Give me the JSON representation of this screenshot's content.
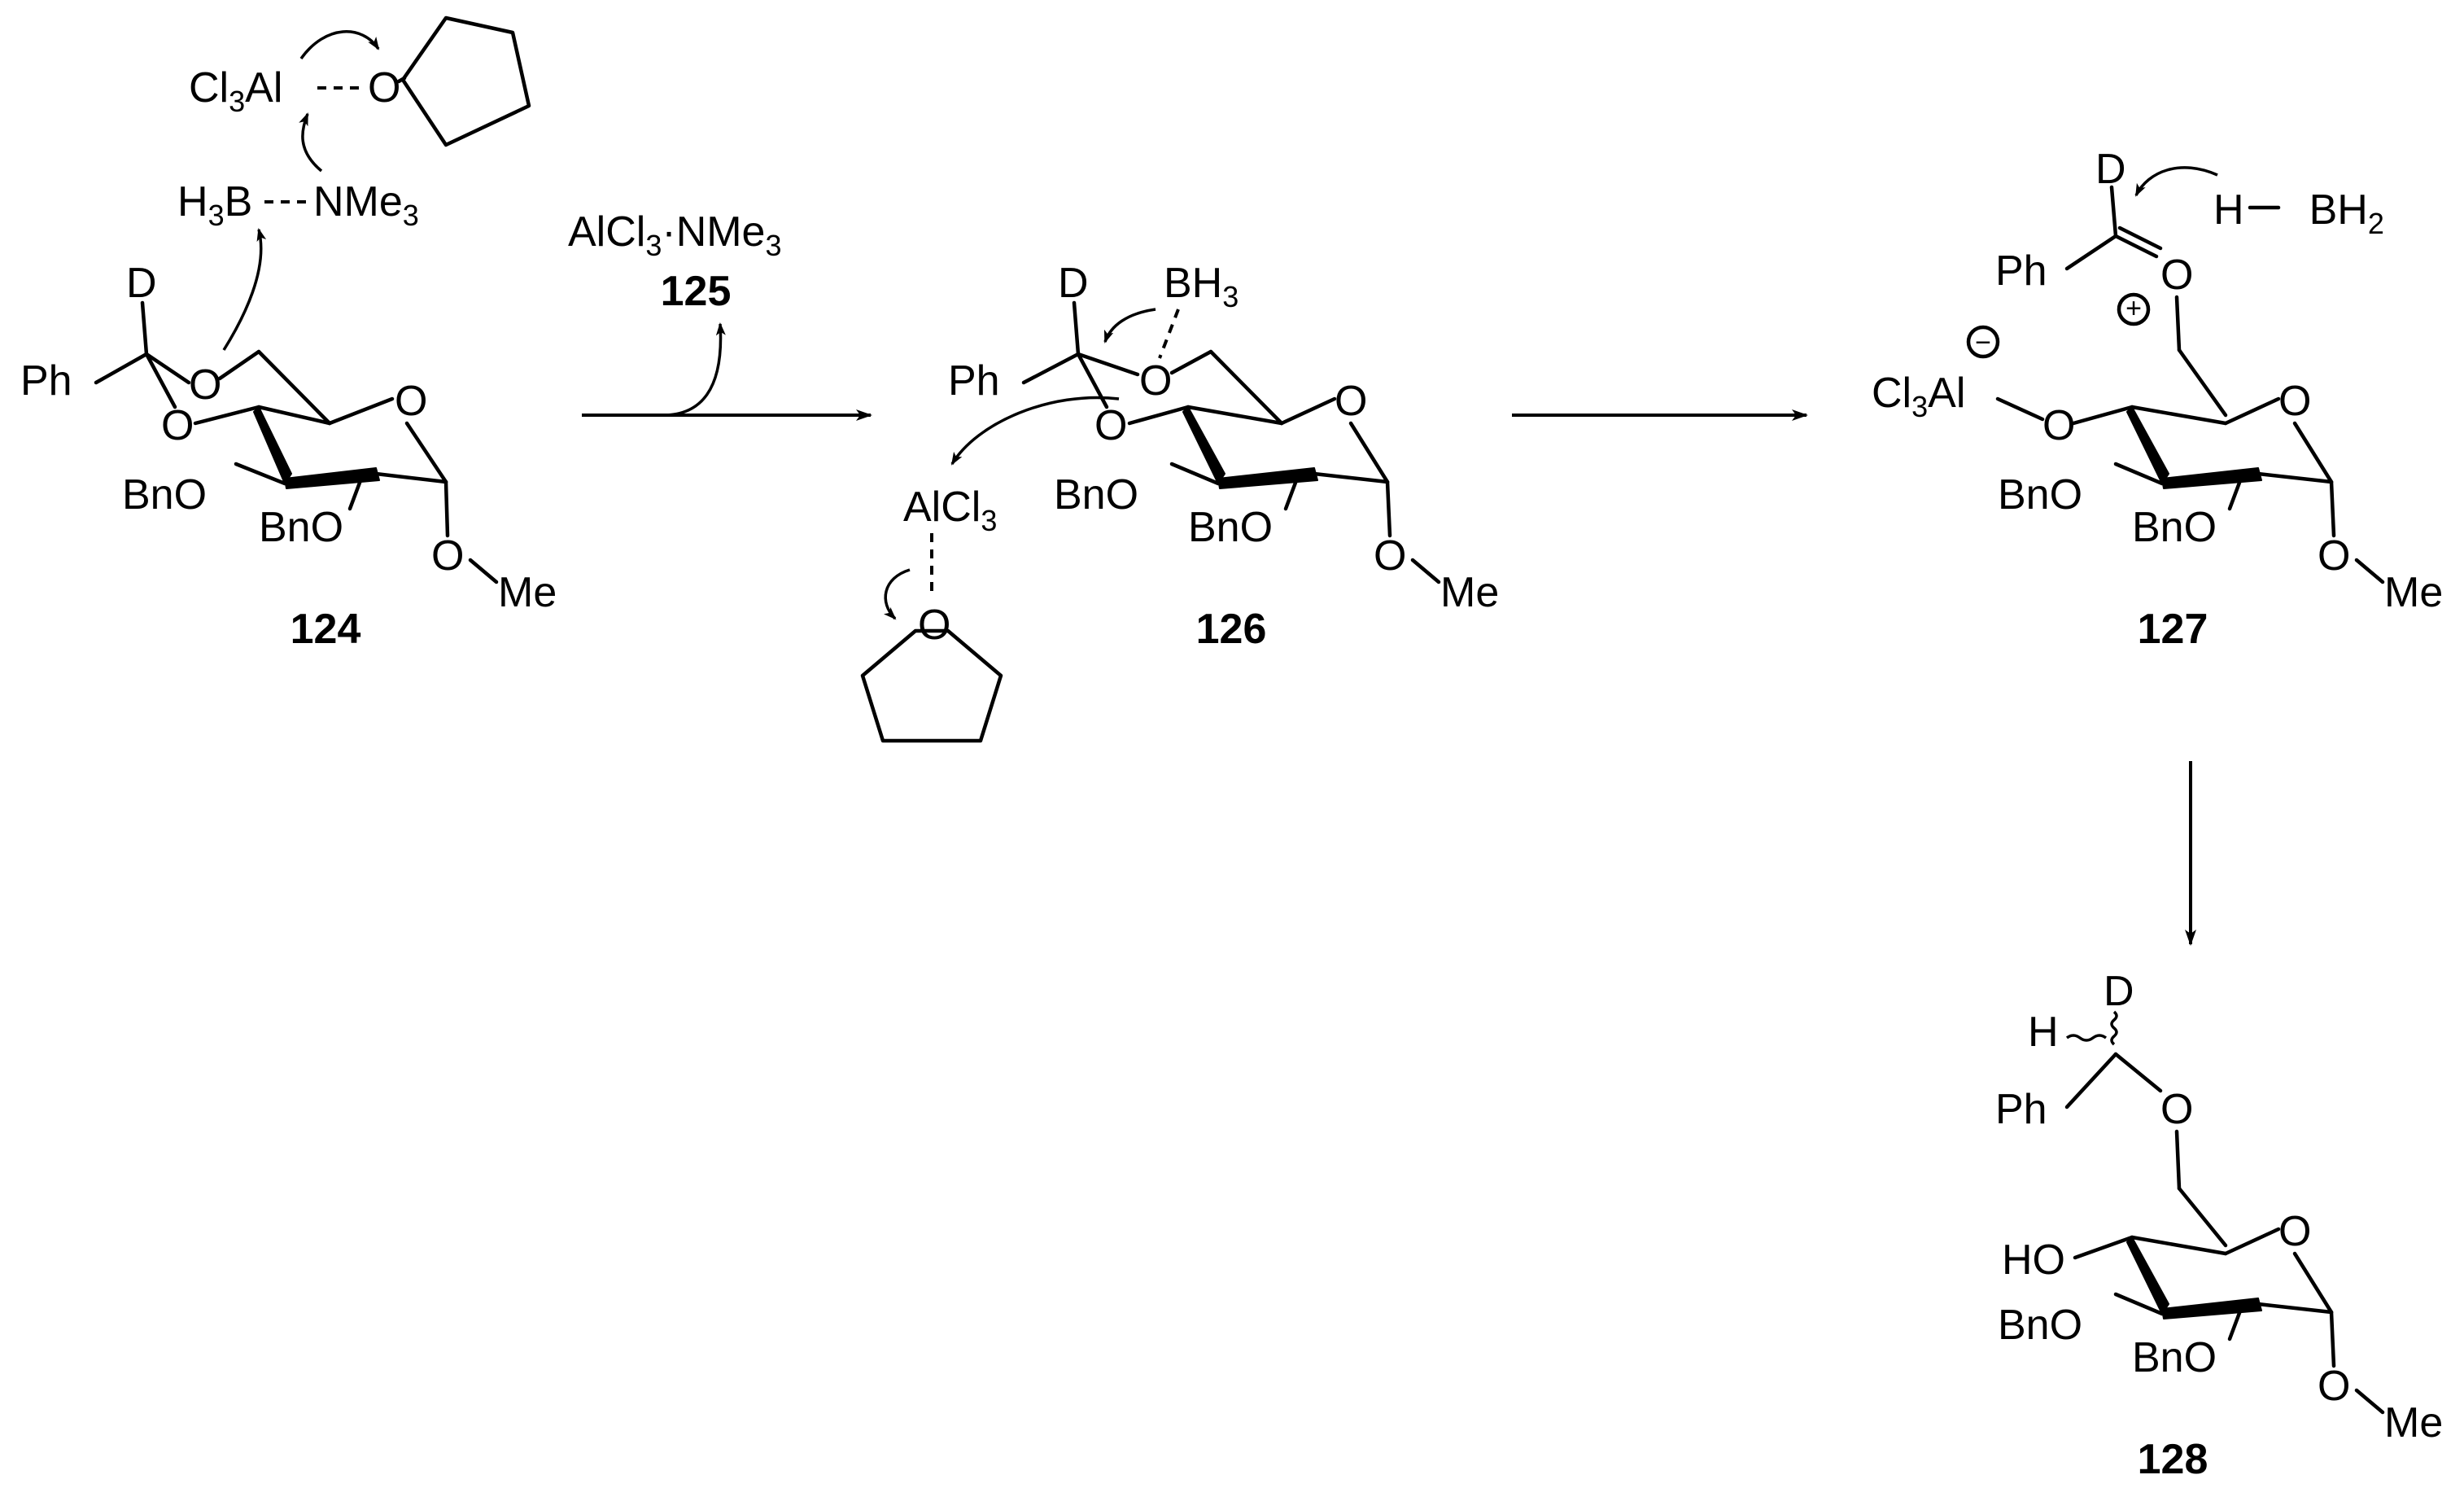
{
  "labels": {
    "ph": "Ph",
    "d": "D",
    "h": "H",
    "o": "O",
    "bno": "BnO",
    "ho": "HO",
    "me": "Me",
    "bh3_b": "BH",
    "sub3": "3",
    "sub2": "2",
    "cl": "Cl",
    "al": "Al",
    "alcl": "AlCl",
    "h3b_h": "H",
    "h3b_b": "B",
    "nme": "NMe",
    "h_bh2_h": "H",
    "h_bh2_b": "BH",
    "reagent_a": "AlCl",
    "reagent_b": "·NMe",
    "plus": "+",
    "minus": "−"
  },
  "compounds": {
    "c124": "124",
    "c125": "125",
    "c126": "126",
    "c127": "127",
    "c128": "128"
  }
}
